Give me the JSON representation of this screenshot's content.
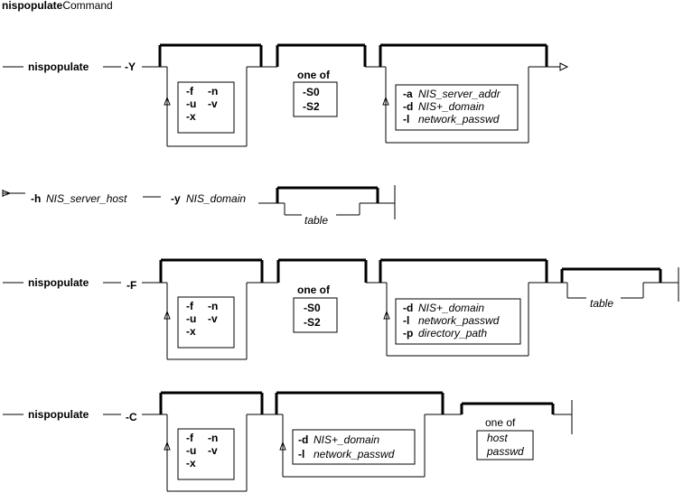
{
  "title": {
    "command": "nispopulate",
    "suffix": "Command"
  },
  "lines": [
    {
      "start_arrow": false,
      "end": "arrow",
      "command": "nispopulate",
      "flag": "-Y",
      "groups": [
        {
          "kind": "repeat",
          "options": [
            "-f",
            "-n",
            "-u",
            "-v",
            "-x"
          ]
        },
        {
          "kind": "choice",
          "header": "one of",
          "options": [
            "-S0",
            "-S2"
          ]
        },
        {
          "kind": "repeat",
          "options": [
            {
              "flag": "-a",
              "arg": "NIS_server_addr"
            },
            {
              "flag": "-d",
              "arg": "NIS+_domain"
            },
            {
              "flag": "-l",
              "arg": "network_passwd"
            }
          ]
        }
      ]
    },
    {
      "start_arrow": true,
      "end": "bar",
      "items": [
        {
          "flag": "-h",
          "arg": "NIS_server_host"
        },
        {
          "flag": "-y",
          "arg": "NIS_domain"
        }
      ],
      "groups": [
        {
          "kind": "optional",
          "options": [
            "table"
          ]
        }
      ]
    },
    {
      "start_arrow": false,
      "end": "bar",
      "command": "nispopulate",
      "flag": "-F",
      "groups": [
        {
          "kind": "repeat",
          "options": [
            "-f",
            "-n",
            "-u",
            "-v",
            "-x"
          ]
        },
        {
          "kind": "choice",
          "header": "one of",
          "options": [
            "-S0",
            "-S2"
          ]
        },
        {
          "kind": "repeat",
          "options": [
            {
              "flag": "-d",
              "arg": "NIS+_domain"
            },
            {
              "flag": "-l",
              "arg": "network_passwd"
            },
            {
              "flag": "-p",
              "arg": "directory_path"
            }
          ]
        },
        {
          "kind": "optional",
          "options": [
            "table"
          ]
        }
      ]
    },
    {
      "start_arrow": false,
      "end": "bar",
      "command": "nispopulate",
      "flag": "-C",
      "groups": [
        {
          "kind": "repeat",
          "options": [
            "-f",
            "-n",
            "-u",
            "-v",
            "-x"
          ]
        },
        {
          "kind": "repeat",
          "options": [
            {
              "flag": "-d",
              "arg": "NIS+_domain"
            },
            {
              "flag": "-l",
              "arg": "network_passwd"
            }
          ]
        },
        {
          "kind": "choice",
          "header": "one of",
          "options": [
            "host",
            "passwd"
          ]
        }
      ]
    }
  ]
}
